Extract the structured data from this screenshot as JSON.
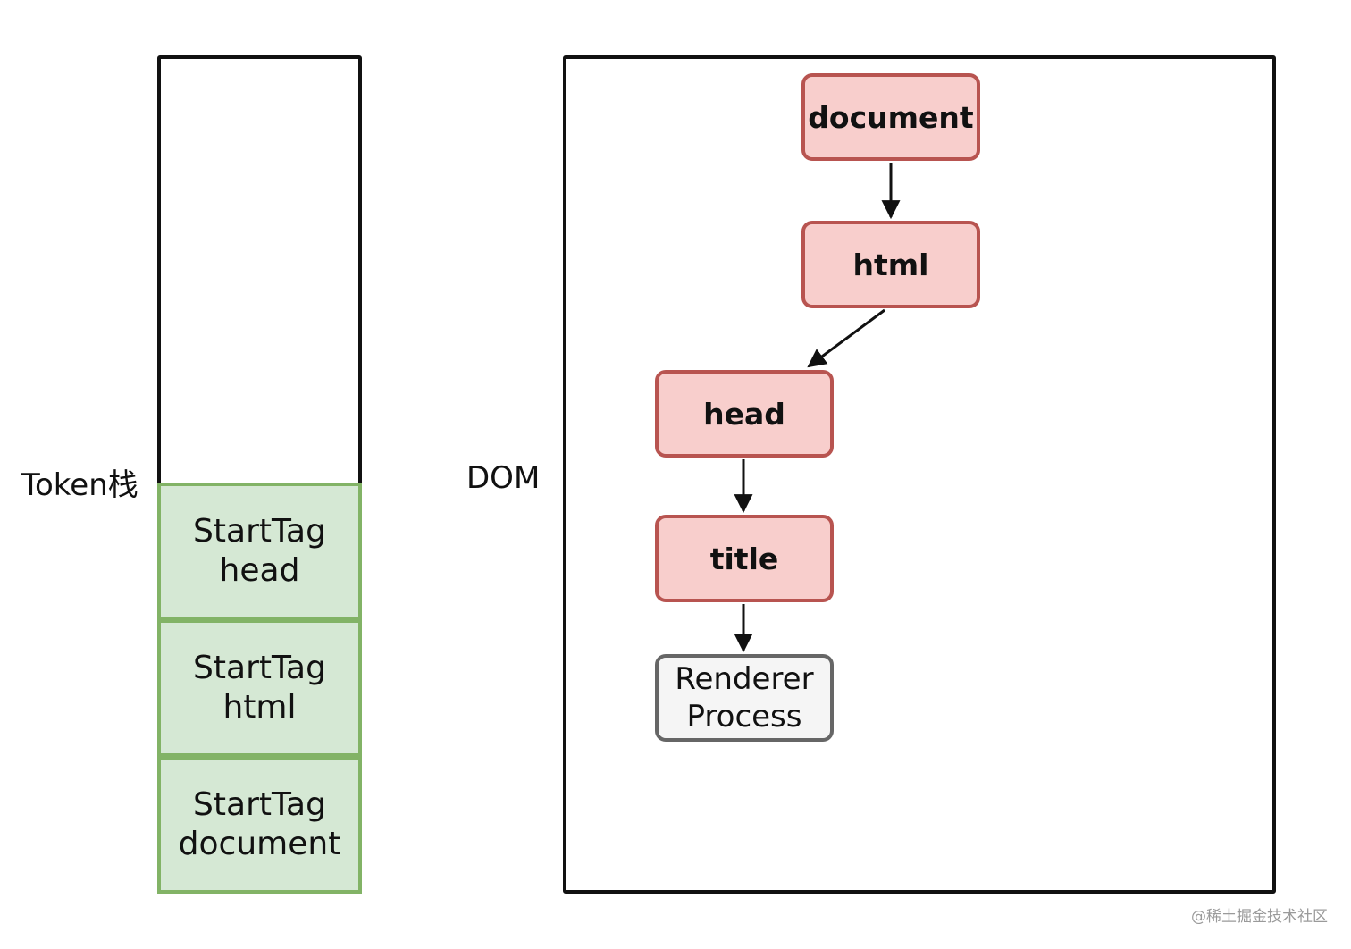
{
  "token_stack": {
    "label": "Token栈",
    "items": [
      {
        "line1": "StartTag",
        "line2": "head"
      },
      {
        "line1": "StartTag",
        "line2": "html"
      },
      {
        "line1": "StartTag",
        "line2": "document"
      }
    ]
  },
  "dom": {
    "label": "DOM",
    "nodes": {
      "document": "document",
      "html": "html",
      "head": "head",
      "title": "title",
      "renderer_line1": "Renderer",
      "renderer_line2": "Process"
    }
  },
  "watermark": "@稀土掘金技术社区",
  "colors": {
    "stack_fill": "#d5e8d4",
    "stack_border": "#82b366",
    "node_fill": "#f8cecc",
    "node_border": "#b85450",
    "process_fill": "#f5f5f5",
    "process_border": "#666666"
  }
}
